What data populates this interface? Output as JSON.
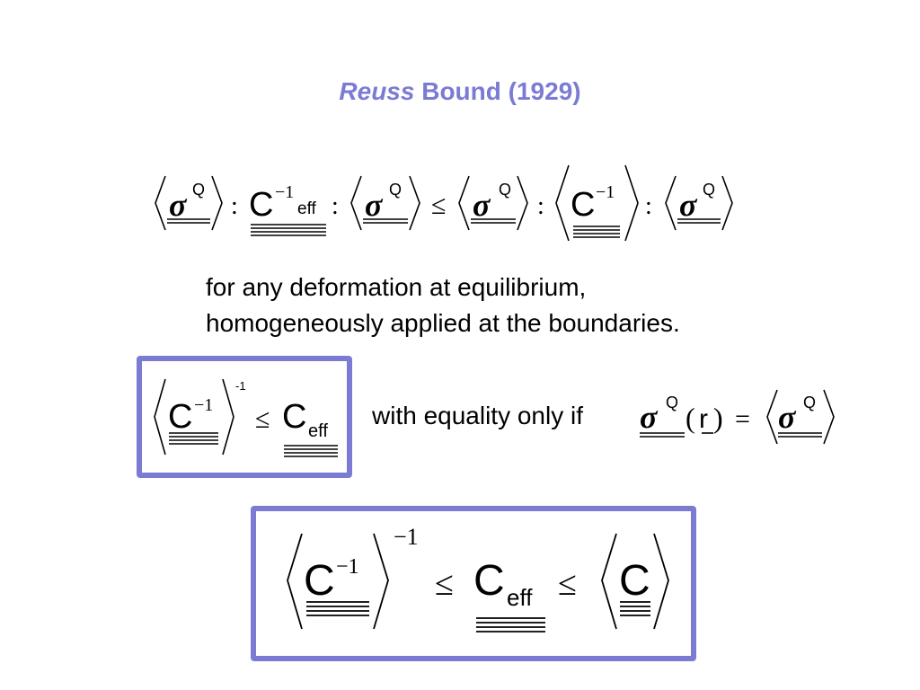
{
  "title": {
    "italic": "Reuss",
    "rest": "Bound (1929)"
  },
  "symbols": {
    "sigma": "σ",
    "Q": "Q",
    "C": "C",
    "inv": "−1",
    "eff": "eff",
    "colon": ":",
    "leq": "≤",
    "eq": "=",
    "r": "r",
    "lparen": "(",
    "rparen": ")",
    "outer_inv_small": "-1",
    "outer_inv_large": "−1"
  },
  "body": {
    "line1": "for any deformation at equilibrium,",
    "line2": "homogeneously applied at the boundaries."
  },
  "equality_text": "with equality only if",
  "accent_color": "#7b7bd4"
}
